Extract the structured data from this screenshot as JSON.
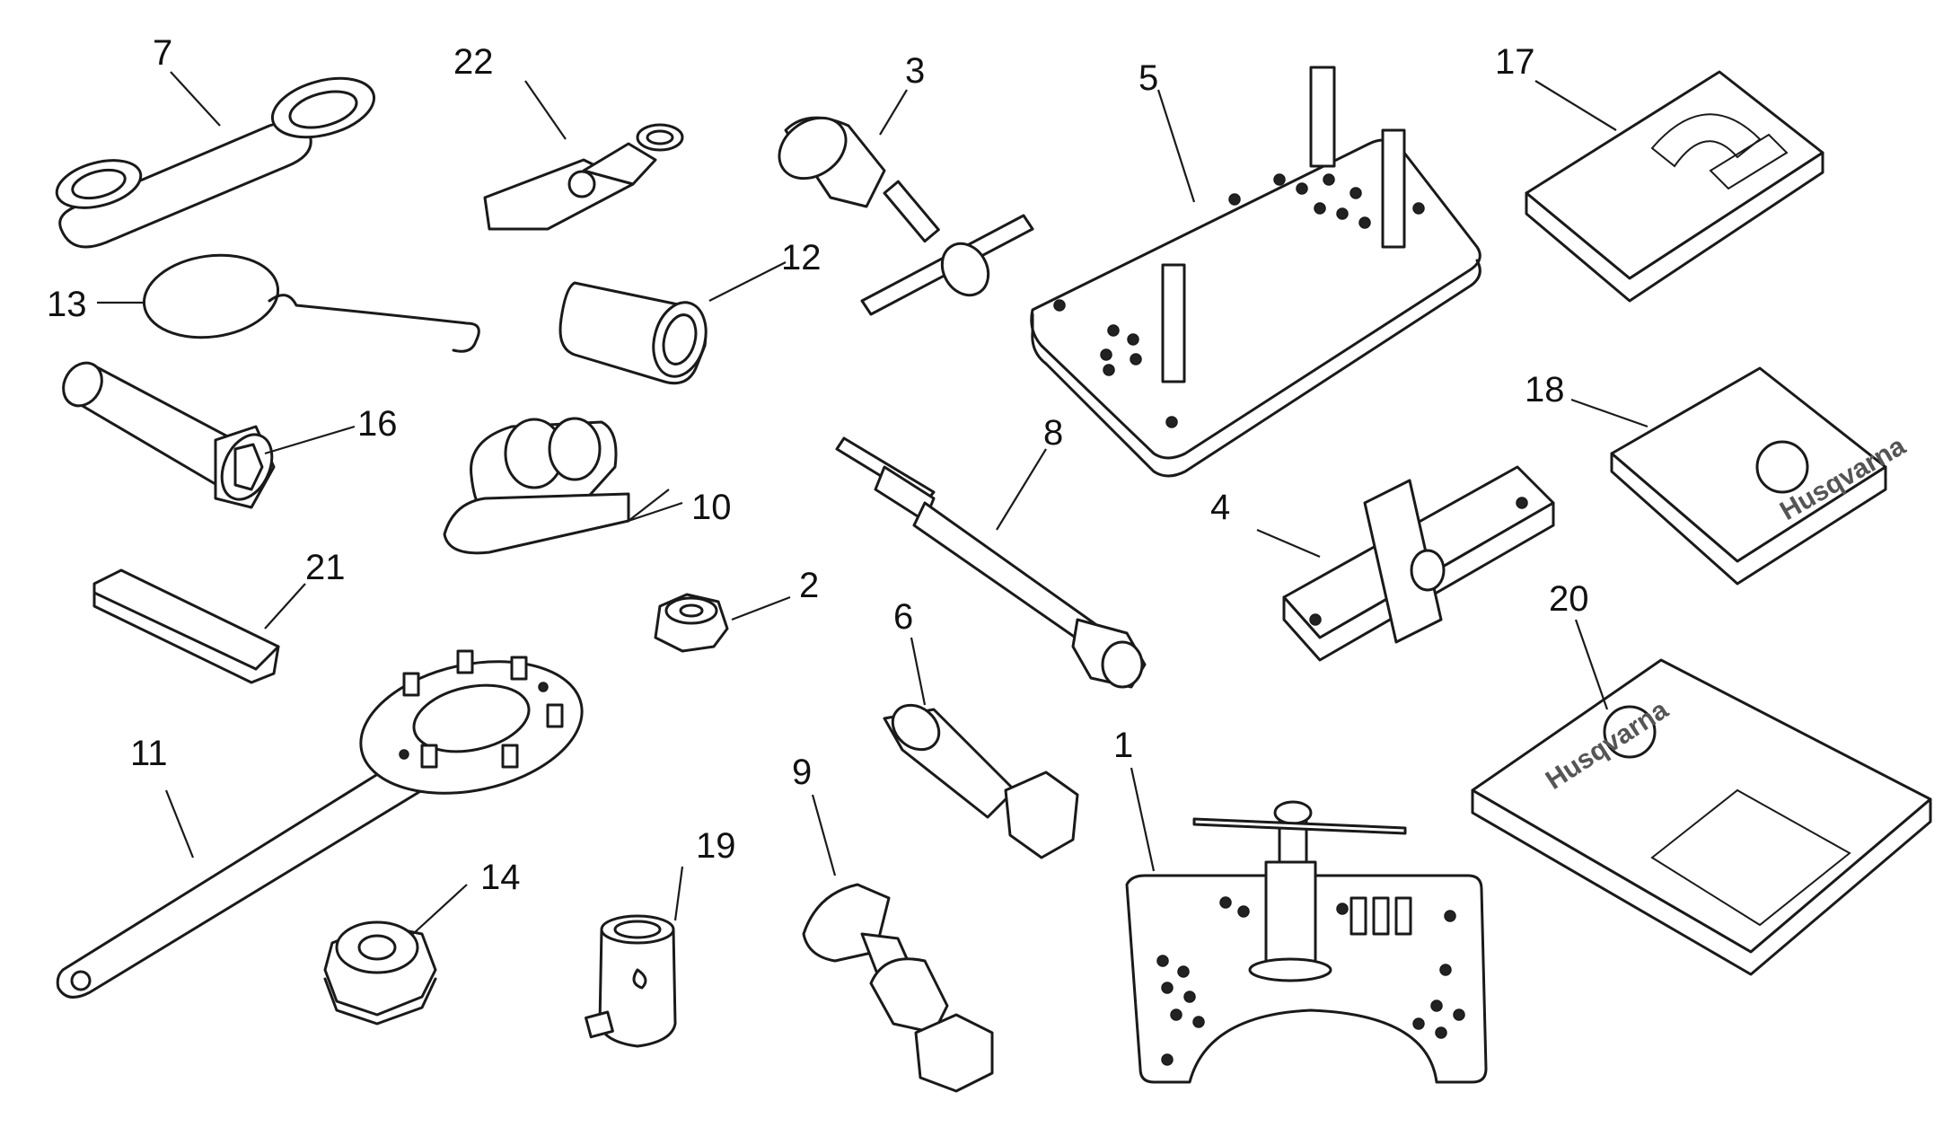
{
  "part_labels": [
    "1",
    "2",
    "3",
    "4",
    "5",
    "6",
    "7",
    "8",
    "9",
    "10",
    "11",
    "12",
    "13",
    "14",
    "16",
    "17",
    "18",
    "19",
    "20",
    "21",
    "22"
  ],
  "brand_text": "Husqvarna",
  "colors": {
    "ink": "#1a1a1a",
    "paper": "#ffffff",
    "shade": "#d9d9d9"
  }
}
